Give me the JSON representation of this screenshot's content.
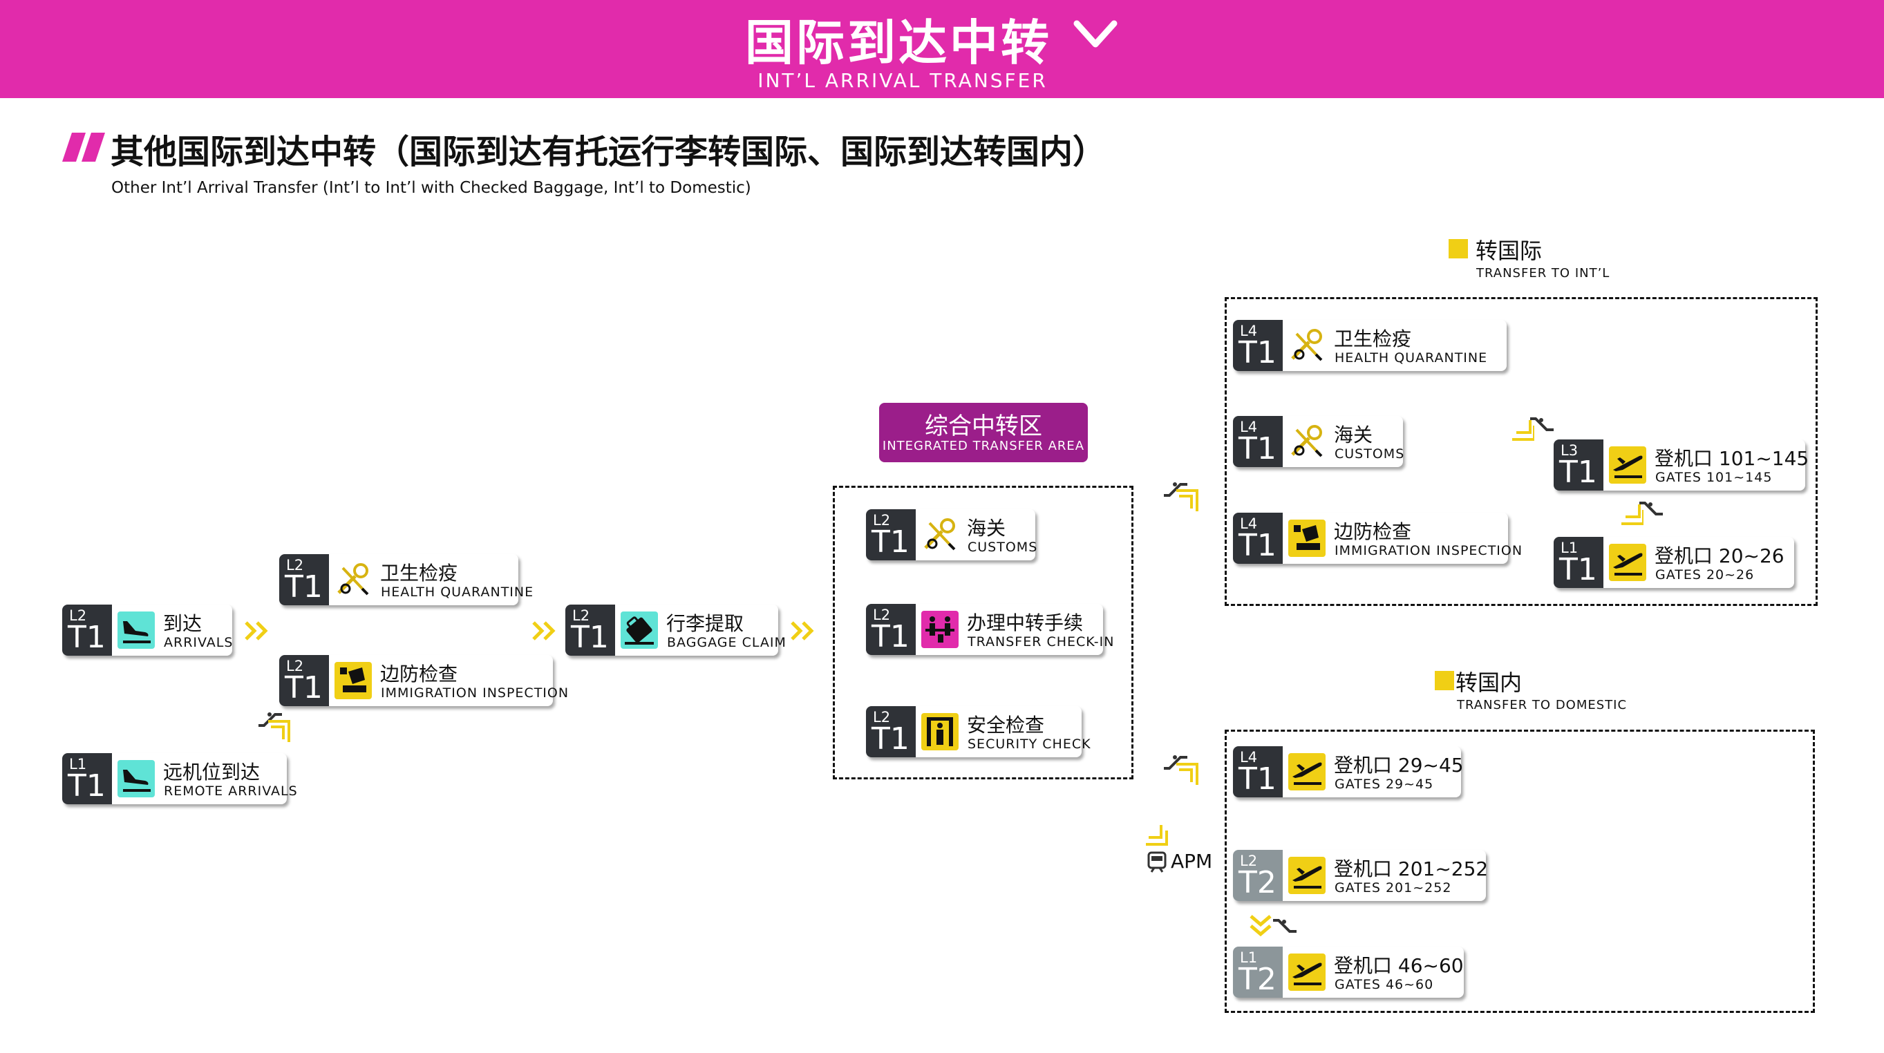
{
  "header": {
    "title_zh": "国际到达中转",
    "title_en": "INT’L ARRIVAL TRANSFER",
    "chevron_icon": "chevron-down-icon",
    "color": "#e12bab"
  },
  "section": {
    "title_zh": "其他国际到达中转（国际到达有托运行李转国际、国际到达转国内）",
    "subtitle_en": "Other Int’l Arrival Transfer (Int’l to Int’l with Checked Baggage, Int’l to Domestic)"
  },
  "nodes": {
    "arrivals": {
      "level": "L2",
      "terminal": "T1",
      "zh": "到达",
      "en": "ARRIVALS",
      "icon": "arrival-plane-icon"
    },
    "remote_arrivals": {
      "level": "L1",
      "terminal": "T1",
      "zh": "远机位到达",
      "en": "REMOTE ARRIVALS",
      "icon": "arrival-plane-icon"
    },
    "health_quarantine": {
      "level": "L2",
      "terminal": "T1",
      "zh": "卫生检疫",
      "en": "HEALTH QUARANTINE",
      "icon": "quarantine-icon"
    },
    "immigration": {
      "level": "L2",
      "terminal": "T1",
      "zh": "边防检查",
      "en": "IMMIGRATION INSPECTION",
      "icon": "immigration-icon"
    },
    "baggage_claim": {
      "level": "L2",
      "terminal": "T1",
      "zh": "行李提取",
      "en": "BAGGAGE CLAIM",
      "icon": "baggage-icon"
    },
    "customs": {
      "level": "L2",
      "terminal": "T1",
      "zh": "海关",
      "en": "CUSTOMS",
      "icon": "customs-icon"
    },
    "transfer_checkin": {
      "level": "L2",
      "terminal": "T1",
      "zh": "办理中转手续",
      "en": "TRANSFER CHECK-IN",
      "icon": "transfer-checkin-icon"
    },
    "security_check": {
      "level": "L2",
      "terminal": "T1",
      "zh": "安全检查",
      "en": "SECURITY CHECK",
      "icon": "security-check-icon"
    },
    "intl_health": {
      "level": "L4",
      "terminal": "T1",
      "zh": "卫生检疫",
      "en": "HEALTH QUARANTINE",
      "icon": "quarantine-icon"
    },
    "intl_customs": {
      "level": "L4",
      "terminal": "T1",
      "zh": "海关",
      "en": "CUSTOMS",
      "icon": "customs-icon"
    },
    "intl_immigration": {
      "level": "L4",
      "terminal": "T1",
      "zh": "边防检查",
      "en": "IMMIGRATION INSPECTION",
      "icon": "immigration-icon"
    },
    "gates_101": {
      "level": "L3",
      "terminal": "T1",
      "zh": "登机口 101~145",
      "en": "GATES 101~145",
      "icon": "departure-plane-icon"
    },
    "gates_20": {
      "level": "L1",
      "terminal": "T1",
      "zh": "登机口 20~26",
      "en": "GATES 20~26",
      "icon": "departure-plane-icon"
    },
    "gates_29": {
      "level": "L4",
      "terminal": "T1",
      "zh": "登机口 29~45",
      "en": "GATES 29~45",
      "icon": "departure-plane-icon"
    },
    "gates_201": {
      "level": "L2",
      "terminal": "T2",
      "zh": "登机口 201~252",
      "en": "GATES 201~252",
      "icon": "departure-plane-icon"
    },
    "gates_46": {
      "level": "L1",
      "terminal": "T2",
      "zh": "登机口 46~60",
      "en": "GATES 46~60",
      "icon": "departure-plane-icon"
    }
  },
  "zone": {
    "zh": "综合中转区",
    "en": "INTEGRATED TRANSFER AREA",
    "color": "#9b1e8a"
  },
  "legend": {
    "intl": {
      "zh": "转国际",
      "en": "TRANSFER TO INT’L"
    },
    "domestic": {
      "zh": "转国内",
      "en": "TRANSFER TO DOMESTIC"
    }
  },
  "apm": {
    "label": "APM",
    "icon": "train-icon"
  },
  "colors": {
    "accent_yellow": "#f0cf15",
    "teal": "#5fe3d6",
    "dark_tile": "#2f3237",
    "grey_tile": "#8c969a"
  }
}
